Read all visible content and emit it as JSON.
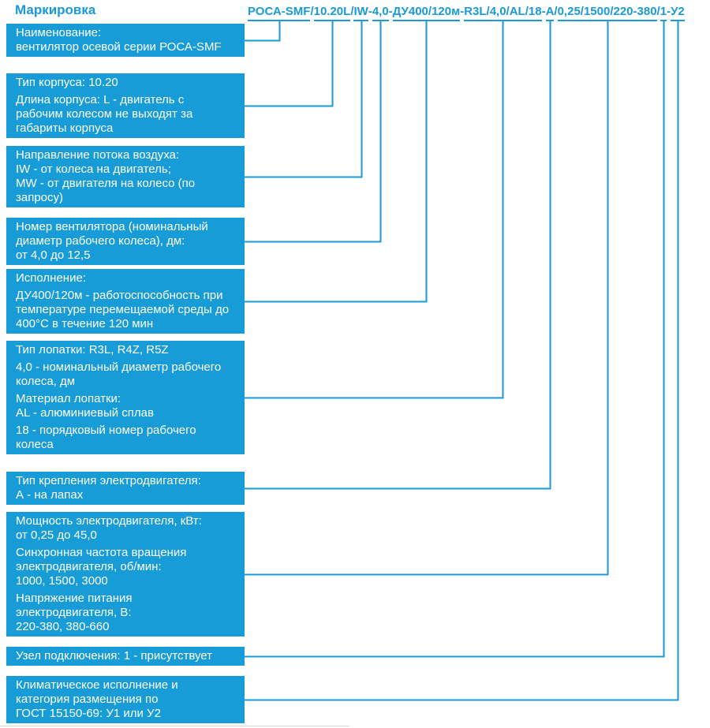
{
  "title": "Маркировка",
  "colors": {
    "accent": "#1a9ad6",
    "box_fill": "#189cd8",
    "box_text": "#ffffff"
  },
  "code": {
    "full": "РОСА-SMF/10.20L/IW-4,0-ДУ400/120м-R3L/4,0/AL/18-А/0,25/1500/220-380/1-У2",
    "parts": [
      {
        "t": "РОСА-SMF",
        "seg": true
      },
      {
        "t": "/",
        "seg": false
      },
      {
        "t": "10.20L",
        "seg": true
      },
      {
        "t": "/",
        "seg": false
      },
      {
        "t": "IW",
        "seg": true
      },
      {
        "t": "-",
        "seg": false
      },
      {
        "t": "4,0",
        "seg": true
      },
      {
        "t": "-",
        "seg": false
      },
      {
        "t": "ДУ400/120м",
        "seg": true
      },
      {
        "t": "-",
        "seg": false
      },
      {
        "t": "R3L/4,0/AL/18",
        "seg": true
      },
      {
        "t": "-",
        "seg": false
      },
      {
        "t": "А",
        "seg": true
      },
      {
        "t": "/",
        "seg": false
      },
      {
        "t": "0,25/1500/220-380",
        "seg": true
      },
      {
        "t": "/",
        "seg": false
      },
      {
        "t": "1",
        "seg": true
      },
      {
        "t": "-",
        "seg": false
      },
      {
        "t": "У2",
        "seg": true
      }
    ]
  },
  "boxes": [
    {
      "id": "name",
      "segment": 0,
      "paragraphs": [
        "Наименование:\nвентилятор осевой серии РОСА-SMF"
      ]
    },
    {
      "id": "housing-type",
      "segment": 1,
      "paragraphs": [
        "Тип корпуса: 10.20",
        "Длина корпуса: L - двигатель с\nрабочим колесом не выходят за\nгабариты корпуса"
      ]
    },
    {
      "id": "airflow-direction",
      "segment": 2,
      "paragraphs": [
        "Направление потока воздуха:\nIW - от колеса на двигатель;\nMW - от двигателя на колесо (по\nзапросу)"
      ]
    },
    {
      "id": "fan-number",
      "segment": 3,
      "paragraphs": [
        "Номер вентилятора (номинальный\nдиаметр рабочего колеса), дм:\nот 4,0 до 12,5"
      ]
    },
    {
      "id": "design",
      "segment": 4,
      "paragraphs": [
        "Исполнение:",
        "ДУ400/120м - работоспособность при\nтемпературе перемещаемой среды до\n400°С в течение 120 мин"
      ]
    },
    {
      "id": "blade-type",
      "segment": 5,
      "paragraphs": [
        "Тип лопатки: R3L, R4Z, R5Z",
        "4,0 - номинальный диаметр рабочего\nколеса, дм",
        "Материал лопатки:\nAL - алюминиевый сплав",
        "18 - порядковый номер рабочего\nколеса"
      ]
    },
    {
      "id": "motor-mounting",
      "segment": 6,
      "paragraphs": [
        "Тип крепления электродвигателя:\nА - на лапах"
      ]
    },
    {
      "id": "motor-power",
      "segment": 7,
      "paragraphs": [
        "Мощность электродвигателя, кВт:\nот 0,25 до 45,0",
        "Синхронная частота вращения\nэлектродвигателя, об/мин:\n1000, 1500, 3000",
        "Напряжение питания\nэлектродвигателя, В:\n220-380, 380-660"
      ]
    },
    {
      "id": "connection-unit",
      "segment": 8,
      "paragraphs": [
        "Узел подключения: 1 - присутствует"
      ]
    },
    {
      "id": "climatic",
      "segment": 9,
      "paragraphs": [
        "Климатическое исполнение и\nкатегория размещения по\nГОСТ 15150-69: У1 или У2"
      ]
    }
  ]
}
